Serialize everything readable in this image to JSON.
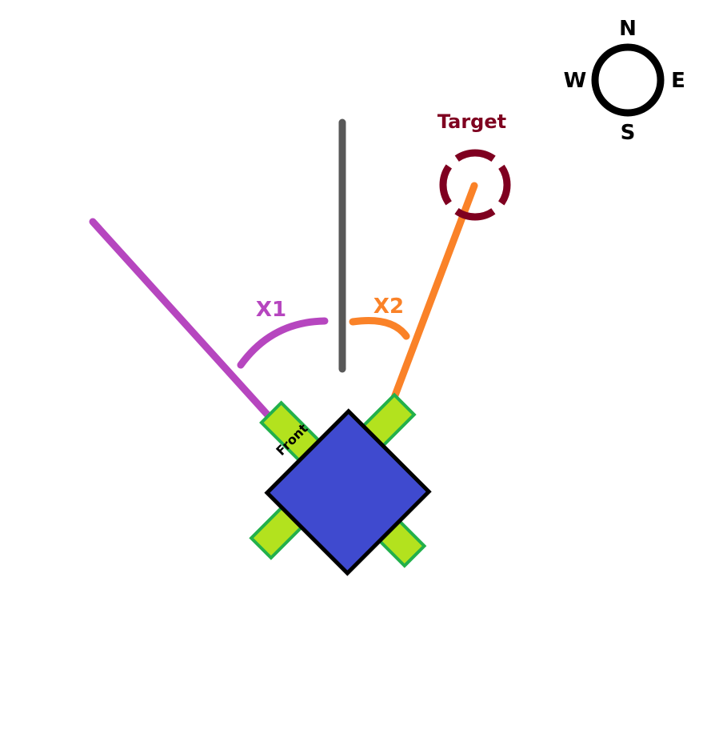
{
  "compass": {
    "north": "N",
    "south": "S",
    "east": "E",
    "west": "W"
  },
  "target": {
    "label": "Target"
  },
  "angles": {
    "x1_label": "X1",
    "x2_label": "X2"
  },
  "robot": {
    "front_label": "Front"
  },
  "colors": {
    "heading_line": "#585858",
    "x1": "#b646bf",
    "x2": "#fa8228",
    "target": "#7f0020",
    "robot_body": "#3f4acf",
    "robot_tread": "#b3e21e",
    "robot_tread_outline": "#22b04b",
    "outline": "#000000"
  }
}
